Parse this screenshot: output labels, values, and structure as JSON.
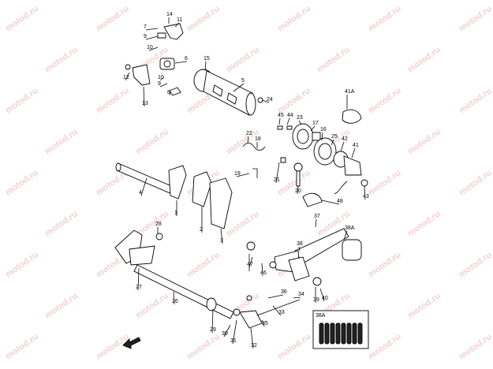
{
  "watermark": "motod.ru",
  "labels": [
    "14",
    "11",
    "7",
    "9",
    "10",
    "6",
    "12",
    "10",
    "9",
    "13",
    "8",
    "15",
    "5",
    "24",
    "41A",
    "45",
    "44",
    "23",
    "17",
    "16",
    "25",
    "42",
    "41",
    "22",
    "18",
    "19",
    "21",
    "20",
    "43",
    "48",
    "4",
    "1",
    "2",
    "3",
    "28",
    "37",
    "38A",
    "38",
    "47",
    "46",
    "27",
    "26",
    "36",
    "34",
    "39",
    "40",
    "33",
    "29",
    "30",
    "31",
    "32",
    "35",
    "38A"
  ],
  "inset_label": "38A",
  "colors": {
    "watermark": "#f1d2cf",
    "stroke": "#000000"
  }
}
